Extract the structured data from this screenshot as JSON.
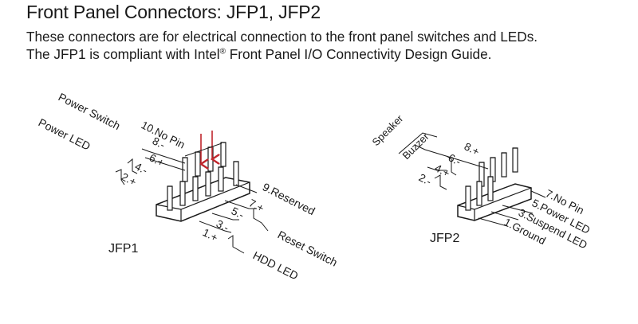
{
  "header": {
    "title": "Front Panel Connectors: JFP1, JFP2",
    "desc_line1": "These connectors are for electrical connection to the front panel switches and LEDs.",
    "desc_line2_a": "The JFP1 is compliant with Intel",
    "desc_line2_reg": "®",
    "desc_line2_b": " Front Panel I/O Connectivity Design Guide."
  },
  "jfp1": {
    "name": "JFP1",
    "group_power_switch": "Power Switch",
    "group_power_led": "Power LED",
    "pin10": "10.No Pin",
    "pin8": "8.-",
    "pin6": "6.+",
    "pin4": "4.-",
    "pin2": "2.+",
    "pin9": "9.Reserved",
    "pin7": "7.+",
    "pin5": "5.-",
    "pin3": "3.-",
    "pin1": "1.+",
    "group_reset_switch": "Reset Switch",
    "group_hdd_led": "HDD LED"
  },
  "jfp2": {
    "name": "JFP2",
    "group_speaker": "Speaker",
    "group_buzzer": "Buzzer",
    "pin8": "8.+",
    "pin6": "6.-",
    "pin4": "4.+",
    "pin2": "2.-",
    "pin7": "7.No Pin",
    "pin5": "5.Power LED",
    "pin3": "3.Suspend LED",
    "pin1": "1.Ground"
  },
  "colors": {
    "ink": "#1a1a1a",
    "arrow": "#c0272d"
  }
}
